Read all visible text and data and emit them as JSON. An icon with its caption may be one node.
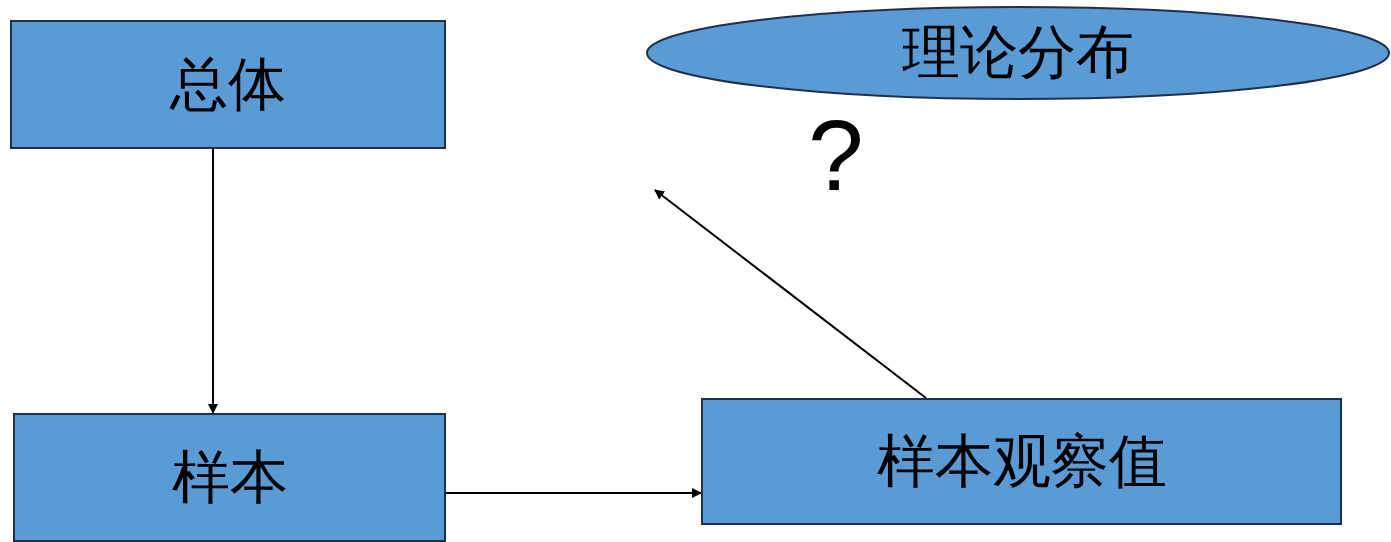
{
  "diagram": {
    "nodes": [
      {
        "text": [
          "总体"
        ]
      },
      {
        "text": [
          "样本"
        ]
      },
      {
        "text": [
          "样本观察值"
        ]
      },
      {
        "text": [
          "理论分布"
        ]
      }
    ],
    "edges": [
      {
        "from": 0,
        "to": 1,
        "arrow": "to"
      },
      {
        "from": 1,
        "to": 2,
        "arrow": "to"
      },
      {
        "from": 2,
        "to": null,
        "arrow": "to"
      }
    ],
    "labels": [
      "?"
    ]
  }
}
